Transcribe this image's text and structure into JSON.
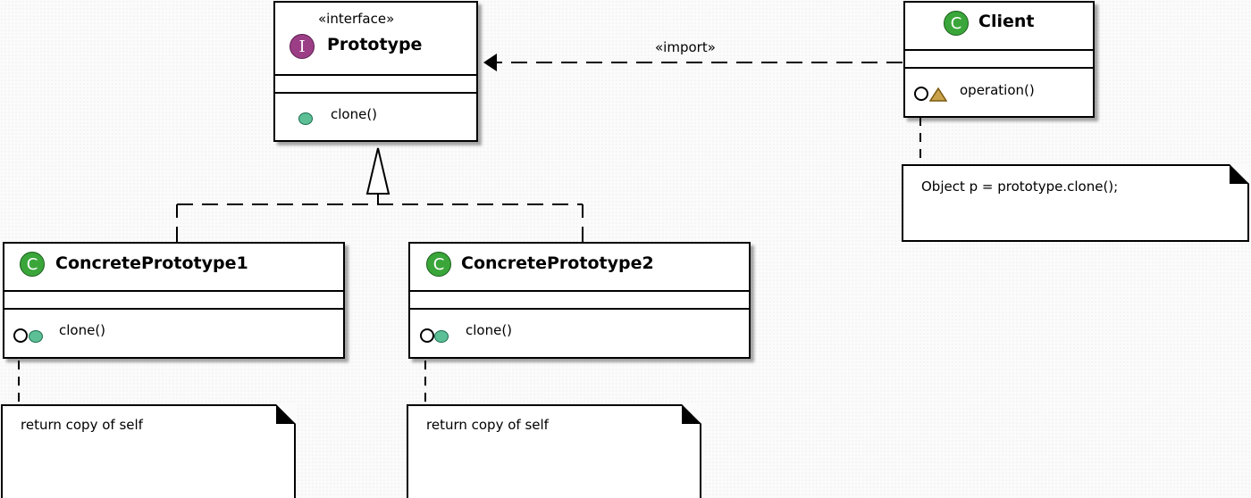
{
  "prototype": {
    "stereotype": "«interface»",
    "badge": "I",
    "name": "Prototype",
    "method": "clone()"
  },
  "client": {
    "badge": "C",
    "name": "Client",
    "method": "operation()"
  },
  "concrete1": {
    "badge": "C",
    "name": "ConcretePrototype1",
    "method": "clone()"
  },
  "concrete2": {
    "badge": "C",
    "name": "ConcretePrototype2",
    "method": "clone()"
  },
  "notes": {
    "client": "Object p = prototype.clone();",
    "concrete1": "return copy of self",
    "concrete2": "return copy of self"
  },
  "relations": {
    "import_label": "«import»"
  },
  "colors": {
    "class_badge": "#3aa63a",
    "interface_badge": "#9b3e86",
    "public_method": "#5cbf96",
    "protected_method": "#c9a24a"
  }
}
